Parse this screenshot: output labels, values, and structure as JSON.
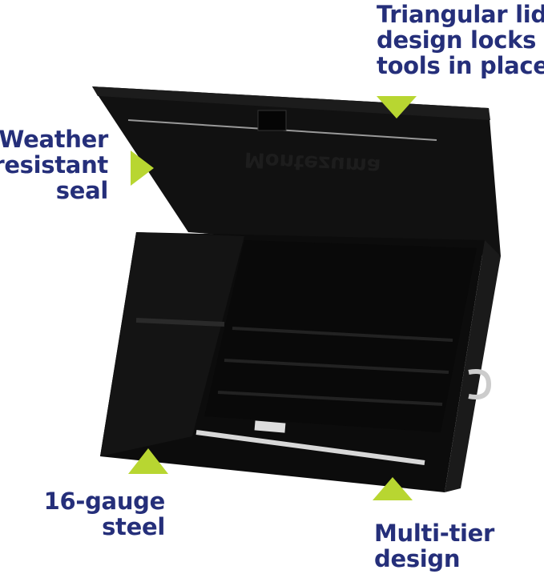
{
  "colors": {
    "text": "#252f7a",
    "arrow": "#b8d631",
    "box": "#0e0e0e"
  },
  "brand_logo": "Montezuma",
  "callouts": {
    "lid": [
      "Triangular lid",
      "design locks",
      "tools in place"
    ],
    "seal": [
      "Weather",
      "resistant",
      "seal"
    ],
    "steel": [
      "16-gauge",
      "steel"
    ],
    "tier": [
      "Multi-tier",
      "design"
    ]
  }
}
